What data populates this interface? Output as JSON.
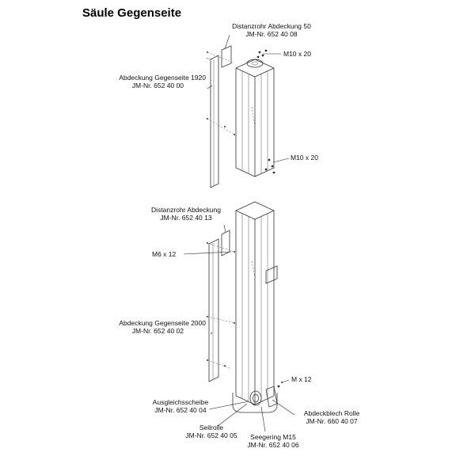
{
  "title": "Säule Gegenseite",
  "labels": {
    "distanzrohr_50_name": "Distanzrohr Abdeckung 50",
    "distanzrohr_50_nr": "JM-Nr. 652 40 08",
    "m10_top": "M10 x 20",
    "abdeckung_1920_name": "Abdeckung Gegenseite 1920",
    "abdeckung_1920_nr": "JM-Nr. 652 40 00",
    "m10_mid": "M10 x 20",
    "distanzrohr_name": "Distanzrohr Abdeckung",
    "distanzrohr_nr": "JM-Nr. 652 40 13",
    "m6": "M6 x 12",
    "abdeckung_2000_name": "Abdeckung Gegenseite 2000",
    "abdeckung_2000_nr": "JM-Nr. 652 40 02",
    "m_x12": "M x 12",
    "ausgleich_name": "Ausgleichsscheibe",
    "ausgleich_nr": "JM-Nr. 652 40 04",
    "abdeckblech_name": "Abdeckblech Rolle",
    "abdeckblech_nr": "JM-Nr. 660 40 07",
    "seilrolle_name": "Seilrolle",
    "seilrolle_nr": "JM-Nr. 652 40 05",
    "seegering_name": "Seegering M15",
    "seegering_nr": "JM-Nr. 652 40 06"
  }
}
